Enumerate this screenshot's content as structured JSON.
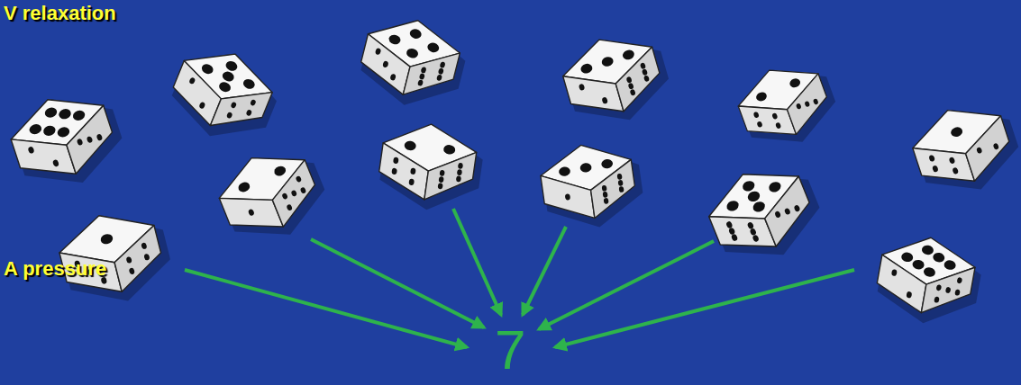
{
  "diagram": {
    "labels": [
      "V relaxation",
      "A pressure",
      "7"
    ]
  }
}
